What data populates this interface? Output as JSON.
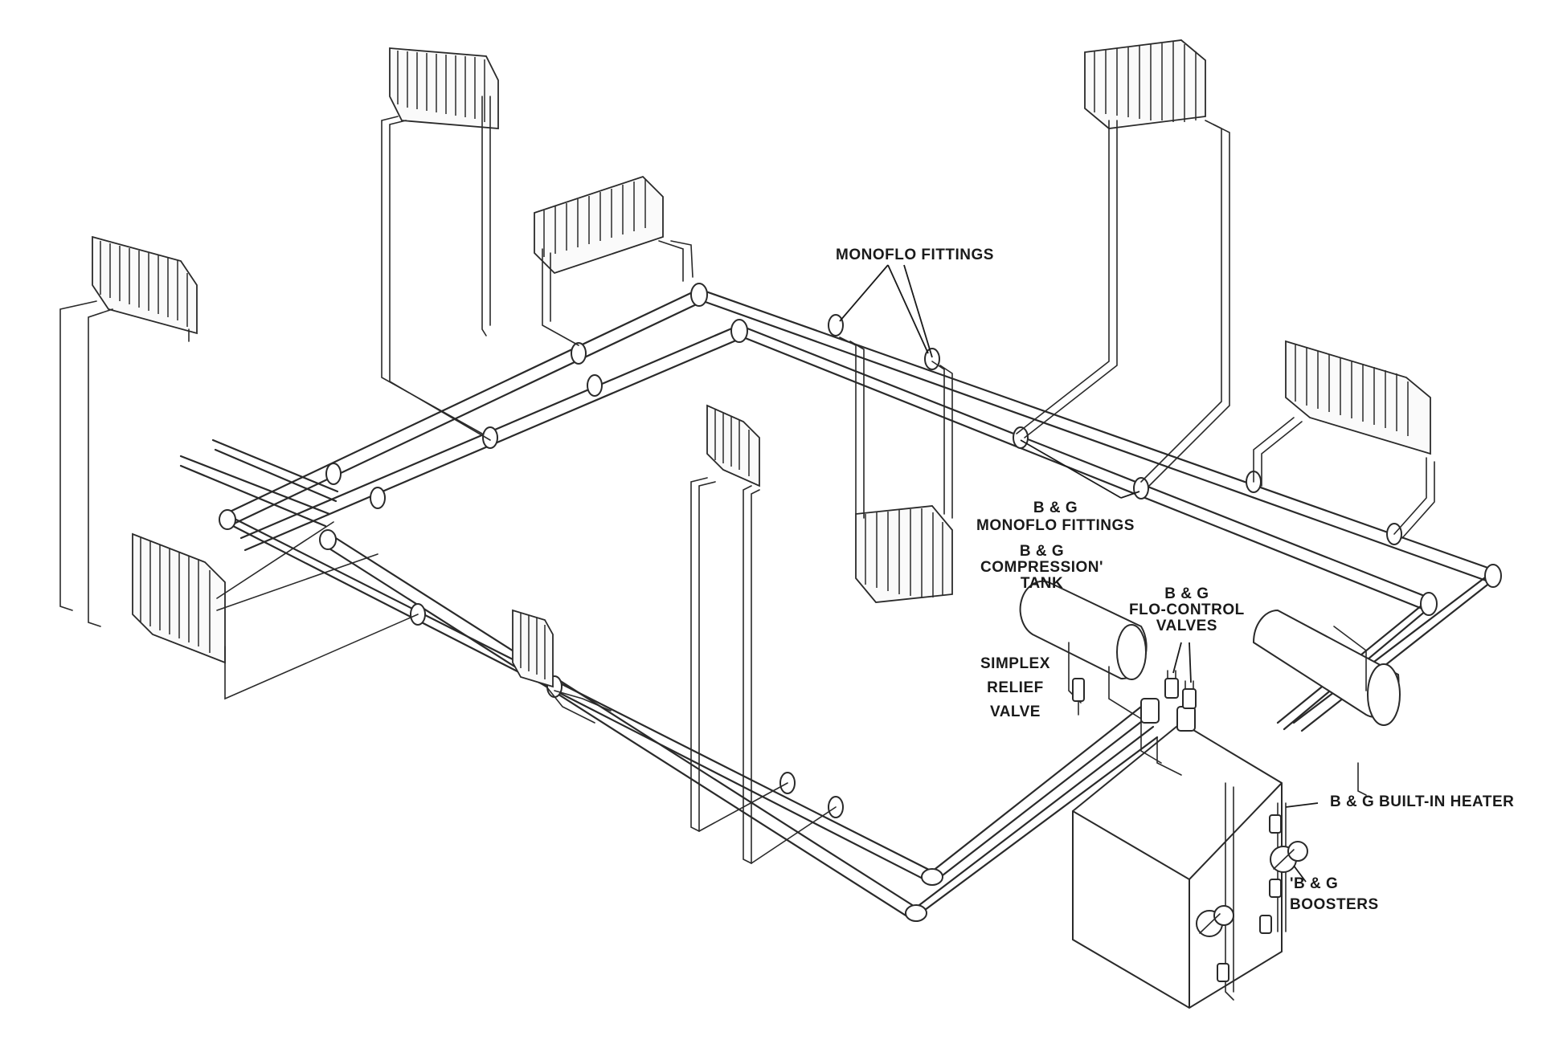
{
  "labels": {
    "monoflo_fittings": "MONOFLO FITTINGS",
    "bg_monoflo_fittings": [
      "B & G",
      "MONOFLO FITTINGS"
    ],
    "bg_compression_tank": [
      "B & G",
      "COMPRESSION'",
      "TANK"
    ],
    "bg_flo_control_valves": [
      "B & G",
      "FLO-CONTROL",
      "VALVES"
    ],
    "simplex_relief_valve": [
      "SIMPLEX",
      "RELIEF",
      "VALVE"
    ],
    "bg_built_in_heater": "B & G BUILT-IN HEATER",
    "bg_boosters": [
      "'B & G",
      "BOOSTERS"
    ]
  },
  "icons": [
    "radiator-icon",
    "compression-tank-icon",
    "boiler-icon",
    "booster-pump-icon",
    "valve-icon"
  ]
}
